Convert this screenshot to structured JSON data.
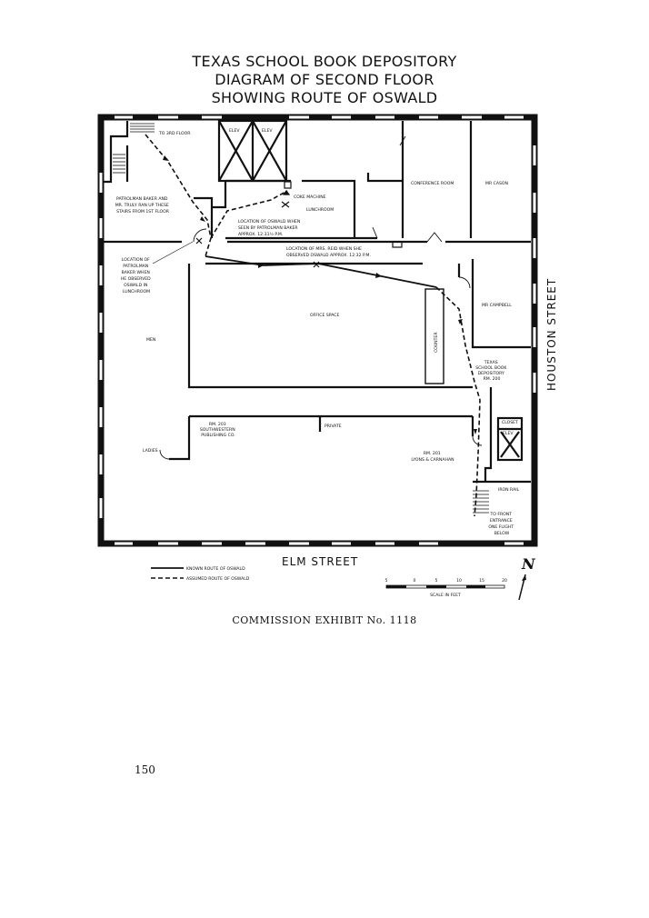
{
  "title": {
    "line1": "TEXAS SCHOOL BOOK DEPOSITORY",
    "line2": "DIAGRAM OF SECOND FLOOR",
    "line3": "SHOWING ROUTE OF OSWALD"
  },
  "labels": {
    "to_3rd_floor": "TO 3RD FLOOR",
    "elev1": "ELEV",
    "elev2": "ELEV",
    "coke_machine": "COKE MACHINE",
    "lunchroom": "LUNCHROOM",
    "conference_room": "CONFERENCE ROOM",
    "mr_cason": "MR CASON",
    "patrolman_baker": [
      "PATROLMAN BAKER AND",
      "MR. TRULY RAN UP THESE",
      "STAIRS FROM 1ST FLOOR"
    ],
    "location_oswald_seen": [
      "LOCATION OF OSWALD WHEN",
      "SEEN BY PATROLMAN BAKER",
      "APPROX. 12:31½ P.M."
    ],
    "location_mrs_reid": [
      "LOCATION OF MRS. REID WHEN SHE",
      "OBSERVED OSWALD APPROX. 12:32 P.M."
    ],
    "location_baker": [
      "LOCATION OF",
      "PATROLMAN",
      "BAKER WHEN",
      "HE OBSERVED",
      "OSWALD IN",
      "LUNCHROOM"
    ],
    "office_space": "OFFICE SPACE",
    "counter": "COUNTER",
    "mr_campbell": "MR CAMPBELL",
    "men": "MEN",
    "tsbd_room": [
      "TEXAS",
      "SCHOOL BOOK",
      "DEPOSITORY",
      "RM. 200"
    ],
    "rm203": [
      "RM. 203",
      "SOUTHWESTERN",
      "PUBLISHING CO."
    ],
    "private": "PRIVATE",
    "ladies": "LADIES",
    "rm201": [
      "RM. 201",
      "LYONS & CARNAHAN"
    ],
    "closet": "CLOSET",
    "elev3": "ELEV",
    "iron_rail": "IRON RAIL",
    "to_front": [
      "TO FRONT",
      "ENTRANCE",
      "ONE FLIGHT",
      "BELOW"
    ]
  },
  "streets": {
    "elm": "ELM STREET",
    "houston": "HOUSTON STREET"
  },
  "legend": {
    "known": "KNOWN ROUTE OF OSWALD",
    "assumed": "ASSUMED ROUTE OF OSWALD"
  },
  "scale": {
    "ticks": [
      "5",
      "0",
      "5",
      "10",
      "15",
      "20"
    ],
    "label": "SCALE IN FEET"
  },
  "north": "N",
  "caption": "COMMISSION EXHIBIT No. 1118",
  "page_number": "150"
}
